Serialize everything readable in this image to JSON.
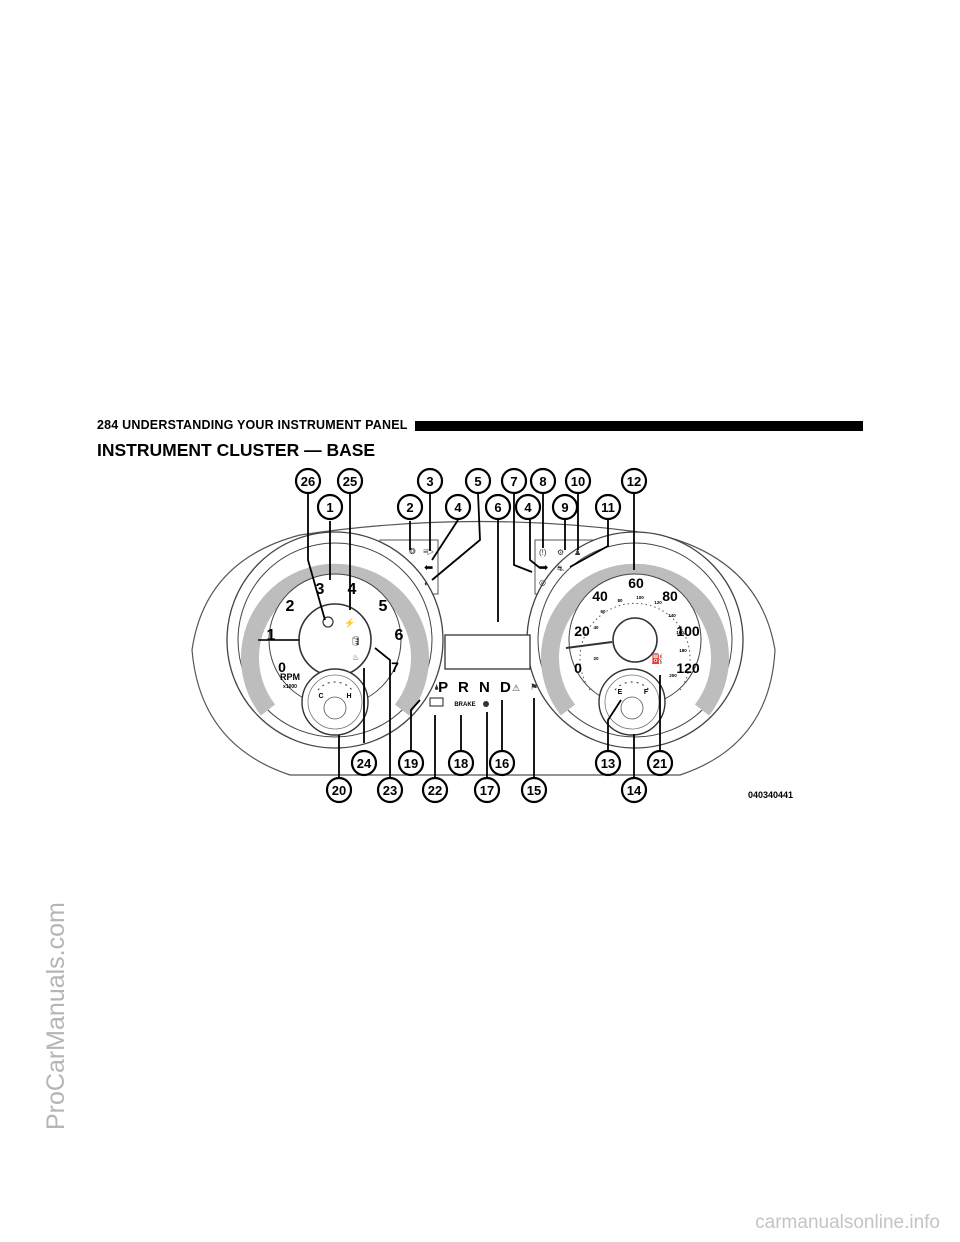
{
  "page": {
    "header": "284   UNDERSTANDING YOUR INSTRUMENT PANEL",
    "title": "INSTRUMENT CLUSTER — BASE",
    "figure_id": "040340441"
  },
  "tachometer": {
    "numbers": [
      "0",
      "1",
      "2",
      "3",
      "4",
      "5",
      "6",
      "7"
    ],
    "label": "RPM",
    "sublabel": "x1000"
  },
  "speedometer": {
    "outer_numbers": [
      "0",
      "20",
      "40",
      "60",
      "80",
      "100",
      "120"
    ],
    "inner_numbers": [
      "0",
      "20",
      "40",
      "60",
      "80",
      "100",
      "120",
      "140",
      "160",
      "180",
      "200"
    ]
  },
  "temp_gauge": {
    "cold": "C",
    "hot": "H"
  },
  "fuel_gauge": {
    "empty": "E",
    "full": "F"
  },
  "center": {
    "prnd": "P R N D",
    "brake": "BRAKE"
  },
  "callouts": [
    "1",
    "2",
    "3",
    "4",
    "5",
    "6",
    "7",
    "8",
    "4",
    "9",
    "10",
    "11",
    "12",
    "26",
    "25",
    "24",
    "23",
    "20",
    "19",
    "22",
    "18",
    "17",
    "16",
    "15",
    "13",
    "14",
    "21"
  ],
  "watermarks": {
    "left": "ProCarManuals.com",
    "bottom": "carmanualsonline.info"
  }
}
